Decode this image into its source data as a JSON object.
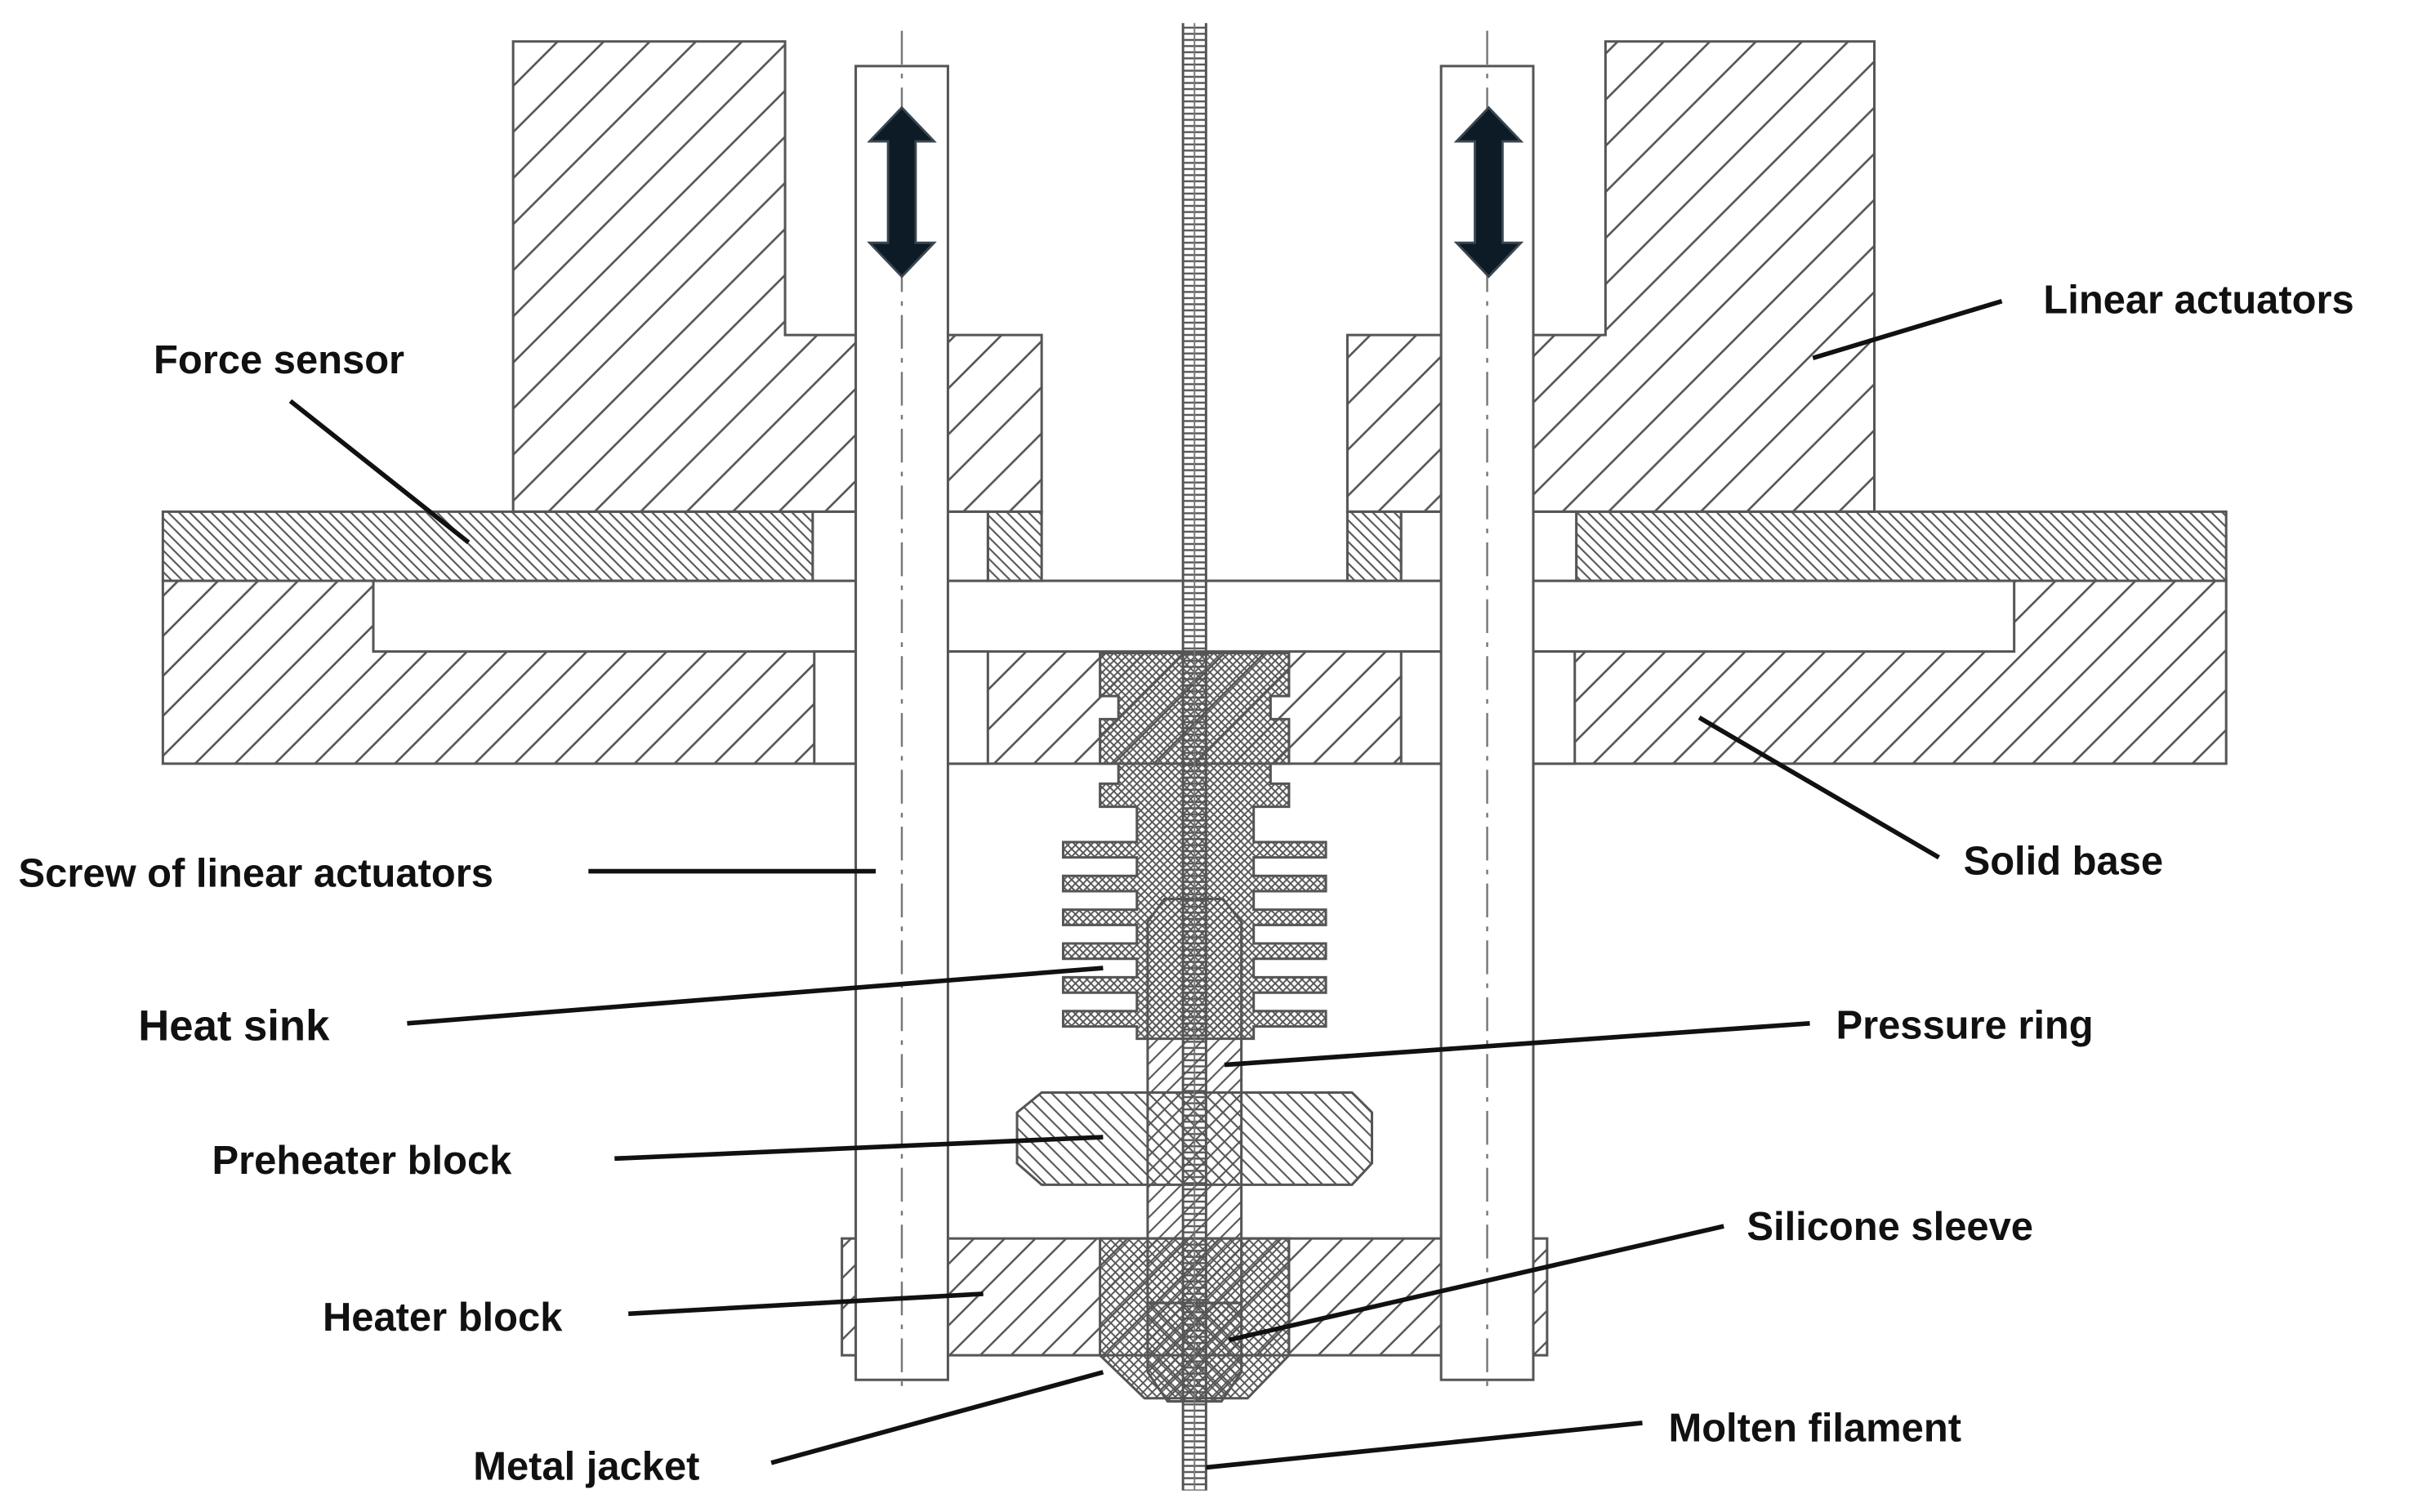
{
  "labels": {
    "force_sensor": "Force sensor",
    "linear_actuators": "Linear actuators",
    "screw_of_linear_actuators": "Screw of linear actuators",
    "solid_base": "Solid base",
    "heat_sink": "Heat sink",
    "pressure_ring": "Pressure ring",
    "preheater_block": "Preheater block",
    "silicone_sleeve": "Silicone sleeve",
    "heater_block": "Heater block",
    "metal_jacket": "Metal jacket",
    "molten_filament": "Molten filament"
  },
  "colors": {
    "outline": "#555555",
    "hatch": "#555555",
    "text": "#111111",
    "arrow": "#0d1b26",
    "background": "#ffffff"
  },
  "icons": {
    "motion_arrow": "double-headed-vertical-arrow"
  }
}
